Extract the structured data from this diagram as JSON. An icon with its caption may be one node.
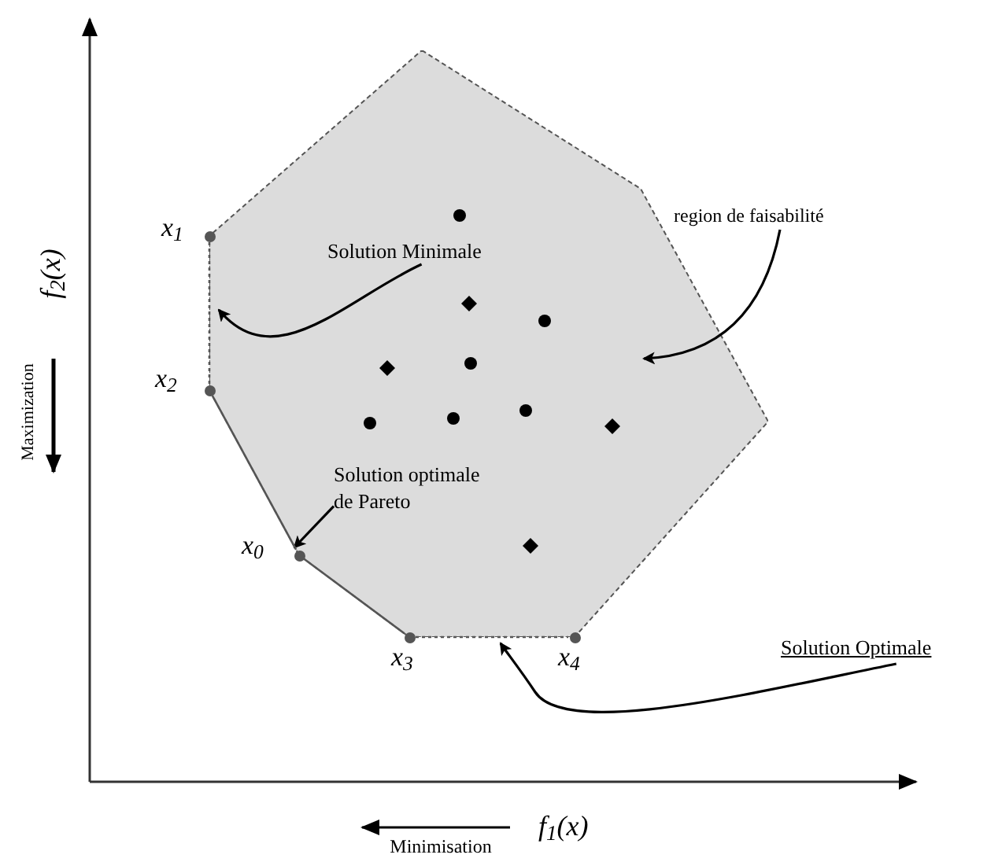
{
  "diagram": {
    "nodes": [
      {
        "text": [],
        "shape": "polygon"
      },
      {
        "text": [
          "region de faisabilité"
        ]
      },
      {
        "text": [],
        "shape": "circle",
        "beside": [
          "x$_{1}$"
        ]
      },
      {
        "text": [
          "Solution Minimale"
        ],
        "in": 0
      },
      {
        "text": [],
        "shape": "circle",
        "beside": [
          "x$_{2}$"
        ]
      },
      {
        "text": [
          "Solution optimale de Pareto"
        ],
        "in": 0
      },
      {
        "text": [],
        "shape": "circle",
        "beside": [
          "x$_{0}$"
        ]
      },
      {
        "text": [],
        "shape": "circle",
        "beside": [
          "x$_{3}$"
        ]
      },
      {
        "text": [],
        "shape": "circle",
        "beside": [
          "x$_{4}$"
        ]
      },
      {
        "text": [
          "Solution Optimale"
        ]
      }
    ],
    "edges": [
      {
        "from": 1,
        "to": 0,
        "arrow": "to"
      },
      {
        "from": 3,
        "to": 0,
        "arrow": "to"
      },
      {
        "from": 5,
        "to": 6,
        "arrow": "to"
      },
      {
        "from": 9,
        "to": 0,
        "arrow": "to"
      },
      {
        "from": 2,
        "to": 4,
        "arrow": "none",
        "style": "dashed"
      },
      {
        "from": 4,
        "to": 6,
        "arrow": "none"
      },
      {
        "from": 6,
        "to": 7,
        "arrow": "none"
      },
      {
        "from": 7,
        "to": 8,
        "arrow": "none",
        "style": "dashed"
      }
    ],
    "labels": [
      "f$_{2}$(x)",
      "Maximization",
      "Minimisation",
      "f$_{1}$(x)"
    ]
  }
}
